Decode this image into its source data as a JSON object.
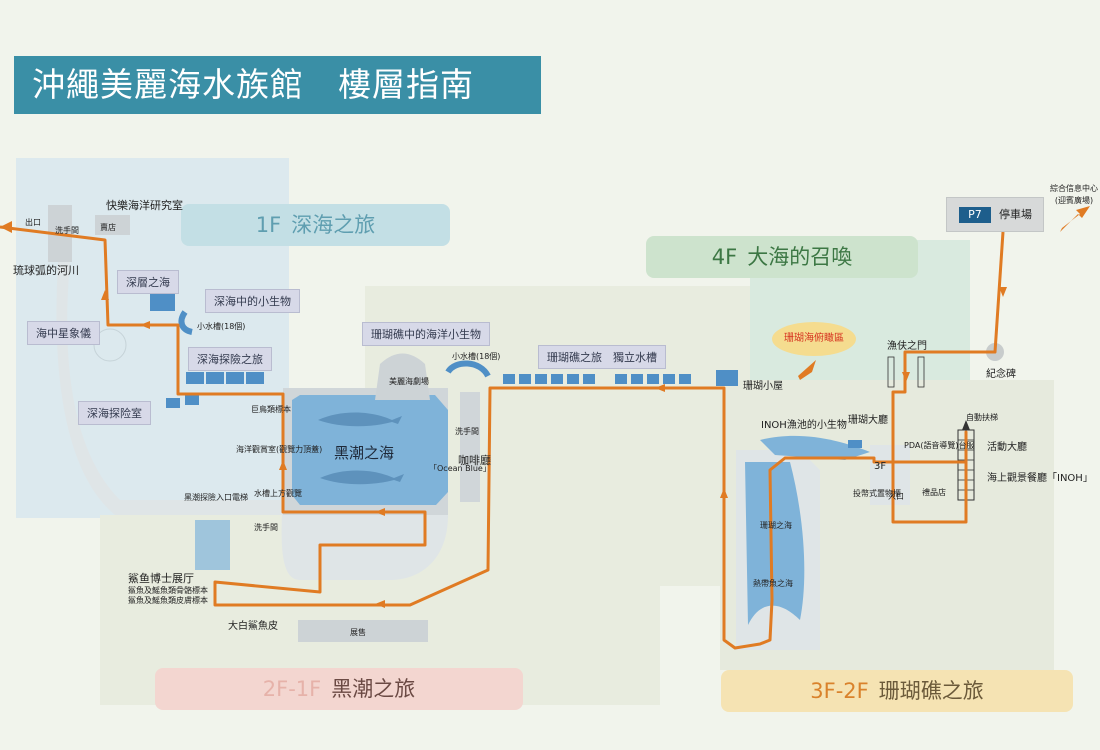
{
  "title": "沖繩美麗海水族館　樓層指南",
  "zones": {
    "f1": {
      "num": "1F",
      "name": "深海之旅"
    },
    "f4": {
      "num": "4F",
      "name": "大海的召喚"
    },
    "f21": {
      "num": "2F-1F",
      "name": "黑潮之旅"
    },
    "f32": {
      "num": "3F-2F",
      "name": "珊瑚礁之旅"
    }
  },
  "tags": {
    "deep_sea_layer": "深層之海",
    "deep_sea_creatures": "深海中的小生物",
    "sea_planetarium": "海中星象儀",
    "deep_sea_exploration": "深海探險之旅",
    "deep_sea_lab": "深海探险室",
    "coral_creatures": "珊瑚礁中的海洋小生物",
    "coral_tank": "珊瑚礁之旅　獨立水槽"
  },
  "labels": {
    "ocean_lab": "快樂海洋研究室",
    "ryukyu_river": "琉球弧的河川",
    "exit": "出口",
    "restroom": "洗手間",
    "kuroshio_sea": "黑潮之海",
    "cafe": "咖啡廳",
    "cafe_name": "「Ocean Blue」",
    "shark_expo": "鯊鱼博士展厅",
    "shark_note1": "鯊魚及鰩魚類骨骼標本",
    "shark_note2": "鯊魚及鰩魚類皮膚標本",
    "whale_shark_skin": "大白鯊魚皮",
    "coral_house": "珊瑚小屋",
    "inoh_creatures": "INOH漁池的小生物",
    "coral_hall": "珊瑚大廳",
    "fisher_gate": "漁伕之門",
    "monument": "紀念碑",
    "event_hall": "活動大廳",
    "restaurant": "海上觀景餐廳「INOH」",
    "coral_sea": "珊瑚之海",
    "tropical_sea": "熱帶魚之海",
    "floor_3f": "3F",
    "small_tank": "小水槽(18個)",
    "viewing_room": "海洋觀賞室(觀覽力頂蓋)",
    "escalator": "自動扶梯",
    "sea_theater": "美麗海劇場",
    "ticket": "展售",
    "souvenir": "賣店",
    "entrance": "入口",
    "shark_entrance": "黑潮探險入口電梯",
    "pda": "PDA(語音導覽)台服",
    "coin_locker": "投幣式置物櫃",
    "gift": "禮品店",
    "water_park": "水槽上方觀覽",
    "ocean_ap": "巨鳥類標本"
  },
  "parking": {
    "badge": "P7",
    "text": "停車場"
  },
  "reef_badge": "珊瑚海俯瞰區",
  "info_center": {
    "line1": "綜合信息中心",
    "line2": "(迎賓廣場)"
  },
  "colors": {
    "route": "#e07b23",
    "title": "#3a8fa6",
    "water": "#7fb3d9"
  }
}
